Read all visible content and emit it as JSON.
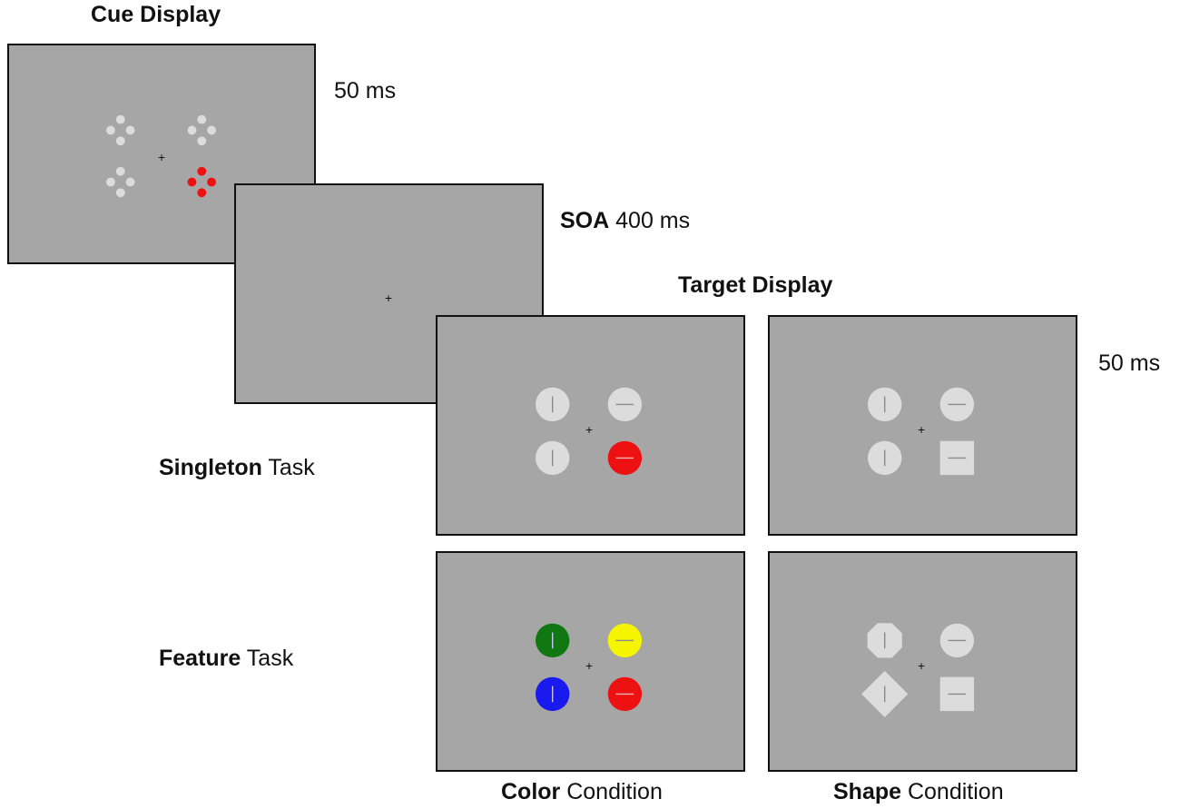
{
  "title_cue": "Cue Display",
  "title_target": "Target Display",
  "timing_cue": "50 ms",
  "soa_bold": "SOA",
  "soa_rest": " 400 ms",
  "timing_target": "50 ms",
  "singleton_bold": "Singleton",
  "singleton_rest": " Task",
  "feature_bold": "Feature",
  "feature_rest": " Task",
  "color_bold": "Color",
  "color_rest": " Condition",
  "shape_bold": "Shape",
  "shape_rest": " Condition",
  "colors": {
    "screen": "#a6a6a6",
    "placeholder": "#dcdcdc",
    "red": "#ee1111",
    "green": "#117711",
    "yellow": "#f5f500",
    "blue": "#1a1aee",
    "bar": "#8a8a8a"
  },
  "fixation_glyph": "+",
  "cue_display": {
    "clusters": [
      "placeholder",
      "placeholder",
      "placeholder",
      "red"
    ]
  },
  "target_displays": [
    {
      "task": "singleton",
      "condition": "color",
      "items": [
        {
          "shape": "circle",
          "color": "placeholder",
          "bar": "vertical"
        },
        {
          "shape": "circle",
          "color": "placeholder",
          "bar": "horizontal"
        },
        {
          "shape": "circle",
          "color": "placeholder",
          "bar": "vertical"
        },
        {
          "shape": "circle",
          "color": "red",
          "bar": "horizontal"
        }
      ]
    },
    {
      "task": "singleton",
      "condition": "shape",
      "items": [
        {
          "shape": "circle",
          "color": "placeholder",
          "bar": "vertical"
        },
        {
          "shape": "circle",
          "color": "placeholder",
          "bar": "horizontal"
        },
        {
          "shape": "circle",
          "color": "placeholder",
          "bar": "vertical"
        },
        {
          "shape": "square",
          "color": "placeholder",
          "bar": "horizontal"
        }
      ]
    },
    {
      "task": "feature",
      "condition": "color",
      "items": [
        {
          "shape": "circle",
          "color": "green",
          "bar": "vertical"
        },
        {
          "shape": "circle",
          "color": "yellow",
          "bar": "horizontal"
        },
        {
          "shape": "circle",
          "color": "blue",
          "bar": "vertical"
        },
        {
          "shape": "circle",
          "color": "red",
          "bar": "horizontal"
        }
      ]
    },
    {
      "task": "feature",
      "condition": "shape",
      "items": [
        {
          "shape": "octagon",
          "color": "placeholder",
          "bar": "vertical"
        },
        {
          "shape": "circle",
          "color": "placeholder",
          "bar": "horizontal"
        },
        {
          "shape": "diamond",
          "color": "placeholder",
          "bar": "vertical"
        },
        {
          "shape": "square",
          "color": "placeholder",
          "bar": "horizontal"
        }
      ]
    }
  ]
}
